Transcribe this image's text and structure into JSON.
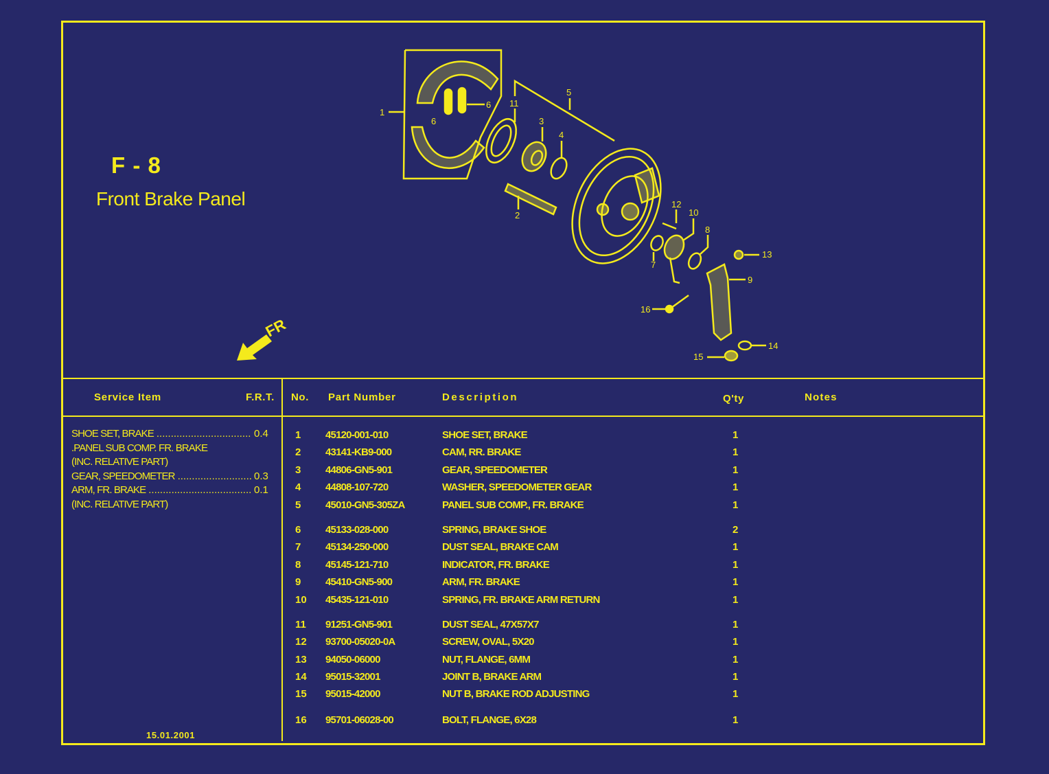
{
  "header": {
    "code": "F - 8",
    "title": "Front Brake Panel",
    "direction_label": "FR"
  },
  "table_headers": {
    "service_item": "Service Item",
    "frt": "F.R.T.",
    "no": "No.",
    "part_number": "Part Number",
    "description": "Description",
    "qty": "Q'ty",
    "notes": "Notes"
  },
  "service_items": [
    {
      "name": "SHOE SET, BRAKE",
      "dots": "..............................................",
      "frt": "0.4"
    },
    {
      "name": ".PANEL SUB COMP. FR. BRAKE",
      "dots": "",
      "frt": ""
    },
    {
      "name": "(INC. RELATIVE PART)",
      "dots": "",
      "frt": ""
    },
    {
      "name": "GEAR, SPEEDOMETER",
      "dots": "..............................................",
      "frt": "0.3"
    },
    {
      "name": "ARM, FR. BRAKE",
      "dots": "..............................................",
      "frt": "0.1"
    },
    {
      "name": "(INC. RELATIVE PART)",
      "dots": "",
      "frt": ""
    }
  ],
  "date": "15.01.2001",
  "parts": [
    {
      "no": "1",
      "part_number": "45120-001-010",
      "description": "SHOE SET, BRAKE",
      "qty": "1",
      "notes": ""
    },
    {
      "no": "2",
      "part_number": "43141-KB9-000",
      "description": "CAM, RR. BRAKE",
      "qty": "1",
      "notes": ""
    },
    {
      "no": "3",
      "part_number": "44806-GN5-901",
      "description": "GEAR, SPEEDOMETER",
      "qty": "1",
      "notes": ""
    },
    {
      "no": "4",
      "part_number": "44808-107-720",
      "description": "WASHER, SPEEDOMETER GEAR",
      "qty": "1",
      "notes": ""
    },
    {
      "no": "5",
      "part_number": "45010-GN5-305ZA",
      "description": "PANEL SUB COMP., FR. BRAKE",
      "qty": "1",
      "notes": ""
    },
    {
      "no": "6",
      "part_number": "45133-028-000",
      "description": "SPRING, BRAKE SHOE",
      "qty": "2",
      "notes": ""
    },
    {
      "no": "7",
      "part_number": "45134-250-000",
      "description": "DUST SEAL, BRAKE CAM",
      "qty": "1",
      "notes": ""
    },
    {
      "no": "8",
      "part_number": "45145-121-710",
      "description": "INDICATOR, FR. BRAKE",
      "qty": "1",
      "notes": ""
    },
    {
      "no": "9",
      "part_number": "45410-GN5-900",
      "description": "ARM, FR. BRAKE",
      "qty": "1",
      "notes": ""
    },
    {
      "no": "10",
      "part_number": "45435-121-010",
      "description": "SPRING, FR. BRAKE ARM RETURN",
      "qty": "1",
      "notes": ""
    },
    {
      "no": "11",
      "part_number": "91251-GN5-901",
      "description": "DUST SEAL, 47X57X7",
      "qty": "1",
      "notes": ""
    },
    {
      "no": "12",
      "part_number": "93700-05020-0A",
      "description": "SCREW, OVAL, 5X20",
      "qty": "1",
      "notes": ""
    },
    {
      "no": "13",
      "part_number": "94050-06000",
      "description": "NUT, FLANGE, 6MM",
      "qty": "1",
      "notes": ""
    },
    {
      "no": "14",
      "part_number": "95015-32001",
      "description": "JOINT B, BRAKE ARM",
      "qty": "1",
      "notes": ""
    },
    {
      "no": "15",
      "part_number": "95015-42000",
      "description": "NUT B, BRAKE ROD ADJUSTING",
      "qty": "1",
      "notes": ""
    },
    {
      "no": "16",
      "part_number": "95701-06028-00",
      "description": "BOLT, FLANGE, 6X28",
      "qty": "1",
      "notes": ""
    }
  ],
  "diagram_callouts": [
    "1",
    "2",
    "3",
    "4",
    "5",
    "6",
    "6",
    "7",
    "8",
    "9",
    "10",
    "11",
    "12",
    "13",
    "14",
    "15",
    "16"
  ],
  "colors": {
    "background": "#262868",
    "line": "#f4ea1c"
  }
}
